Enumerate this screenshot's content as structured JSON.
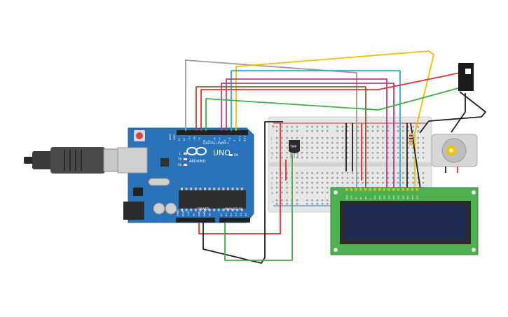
{
  "arduino": {
    "brand": "ARDUINO",
    "model": "UNO",
    "digital_label": "DIGITAL (PWM~)",
    "power_label": "POWER",
    "analog_label": "ANALOG IN",
    "aref_label": "AREF",
    "gnd_label": "GND",
    "tx_label": "TX",
    "rx_label": "RX",
    "l_label": "L",
    "on_label": "ON",
    "digital_pins": [
      "13",
      "12",
      "~11",
      "~10",
      "~9",
      "8",
      "7",
      "~6",
      "~5",
      "4",
      "~3",
      "2",
      "TX 1",
      "RX 0"
    ],
    "power_pins": [
      "IOREF",
      "RESET",
      "3.3V",
      "5V",
      "GND",
      "GND",
      "Vin"
    ],
    "analog_pins": [
      "A0",
      "A1",
      "A2",
      "A3",
      "A4",
      "A5"
    ]
  },
  "breadboard": {
    "row_letters": [
      "a",
      "b",
      "c",
      "d",
      "e",
      "f",
      "g",
      "h",
      "i",
      "j"
    ],
    "rail_plus": "+",
    "rail_minus": "-"
  },
  "sensor": {
    "label": "TMP"
  },
  "lcd": {
    "pin_labels": [
      "GND",
      "VCC",
      "V0",
      "RS",
      "RW",
      "E",
      "DB0",
      "DB1",
      "DB2",
      "DB3",
      "DB4",
      "DB5",
      "DB6",
      "DB7",
      "LED",
      "LED"
    ]
  },
  "relay": {
    "label": "",
    "color": "#1a1a1a"
  },
  "motor": {
    "label": ""
  },
  "colors": {
    "arduino_board": "#2a73b8",
    "lcd_board": "#4caf50",
    "lcd_screen": "#1f2a52",
    "breadboard": "#e6e6e6",
    "wire_red": "#e03030",
    "wire_black": "#202020",
    "wire_green": "#3cb043",
    "wire_yellow": "#f0c000",
    "wire_cyan": "#29a9d8",
    "wire_magenta": "#c2378b",
    "wire_brown": "#8a5a2b",
    "wire_gray": "#9a9a9a"
  }
}
